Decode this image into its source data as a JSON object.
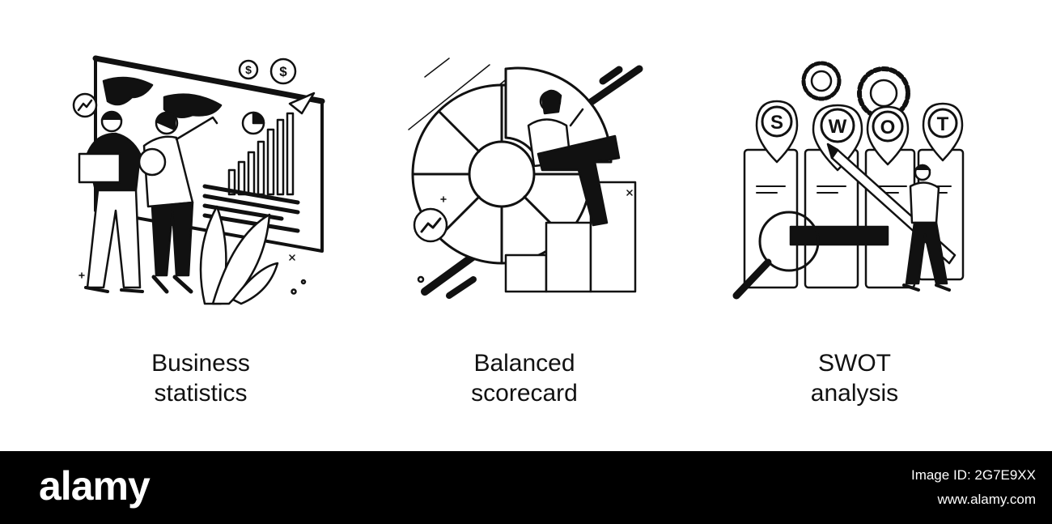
{
  "panels": [
    {
      "title_line1": "Business",
      "title_line2": "statistics",
      "icon": "business-statistics-illustration"
    },
    {
      "title_line1": "Balanced",
      "title_line2": "scorecard",
      "icon": "balanced-scorecard-illustration"
    },
    {
      "title_line1": "SWOT",
      "title_line2": "analysis",
      "icon": "swot-analysis-illustration"
    }
  ],
  "swot_letters": [
    "S",
    "W",
    "O",
    "T"
  ],
  "currency_symbols": [
    "$",
    "$"
  ],
  "footer": {
    "logo": "alamy",
    "image_id": "Image ID: 2G7E9XX",
    "site": "www.alamy.com"
  },
  "colors": {
    "ink": "#111111",
    "footer_bg": "#000000",
    "footer_text": "#ffffff"
  }
}
